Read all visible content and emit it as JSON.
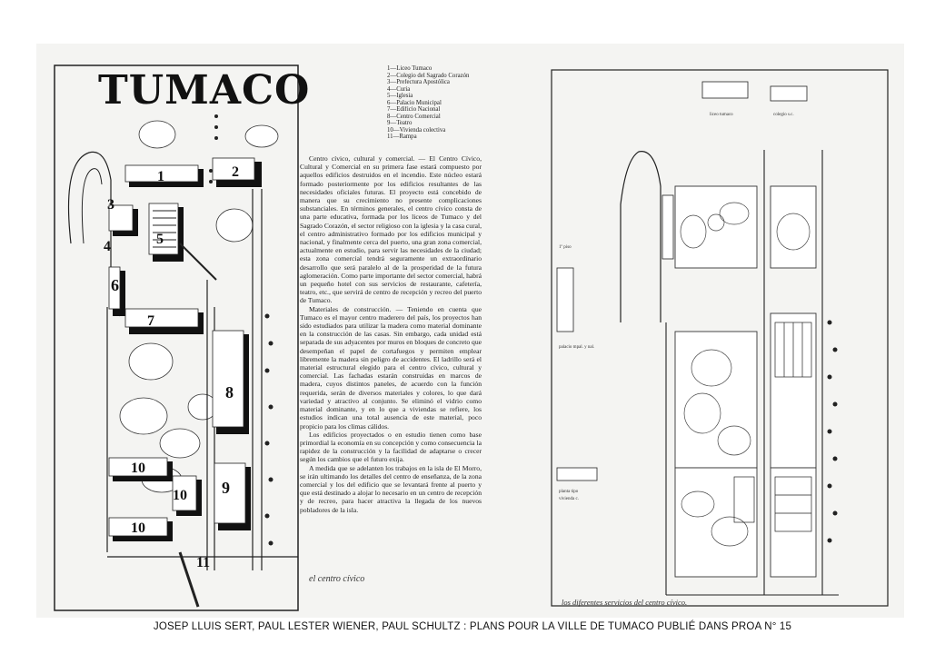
{
  "left_page": {
    "title": "TUMACO",
    "legend": [
      "1—Liceo Tumaco",
      "2—Colegio del Sagrado Corazón",
      "3—Prefectura Apostólica",
      "4—Curia",
      "5—Iglesia",
      "6—Palacio Municipal",
      "7—Edificio Nacional",
      "8—Centro Comercial",
      "9—Teatro",
      "10—Vivienda colectiva",
      "11—Rampa"
    ],
    "plan_numbers": [
      "1",
      "2",
      "3",
      "4",
      "5",
      "6",
      "7",
      "8",
      "9",
      "10",
      "10",
      "10",
      "11"
    ],
    "paragraphs": [
      "Centro cívico, cultural y comercial. — El Centro Cívico, Cultural y Comercial en su primera fase estará compuesto por aquellos edificios destruidos en el incendio. Este núcleo estará formado posteriormente por los edificios resultantes de las necesidades oficiales futuras. El proyecto está concebido de manera que su crecimiento no presente complicaciones substanciales. En términos generales, el centro cívico consta de una parte educativa, formada por los liceos de Tumaco y del Sagrado Corazón, el sector religioso con la iglesia y la casa cural, el centro administrativo formado por los edificios municipal y nacional, y finalmente cerca del puerto, una gran zona comercial, actualmente en estudio, para servir las necesidades de la ciudad; esta zona comercial tendrá seguramente un extraordinario desarrollo que será paralelo al de la prosperidad de la futura aglomeración. Como parte importante del sector comercial, habrá un pequeño hotel con sus servicios de restaurante, cafetería, teatro, etc., que servirá de centro de recepción y recreo del puerto de Tumaco.",
      "Materiales de construcción. — Teniendo en cuenta que Tumaco es el mayor centro maderero del país, los proyectos han sido estudiados para utilizar la madera como material dominante en la construcción de las casas. Sin embargo, cada unidad está separada de sus adyacentes por muros en bloques de concreto que desempeñan el papel de cortafuegos y permiten emplear libremente la madera sin peligro de accidentes. El ladrillo será el material estructural elegido para el centro cívico, cultural y comercial. Las fachadas estarán construidas en marcos de madera, cuyos distintos paneles, de acuerdo con la función requerida, serán de diversos materiales y colores, lo que dará variedad y atractivo al conjunto. Se eliminó el vidrio como material dominante, y en lo que a viviendas se refiere, los estudios indican una total ausencia de este material, poco propicio para los climas cálidos.",
      "Los edificios proyectados o en estudio tienen como base primordial la economía en su concepción y como consecuencia la rapidez de la construcción y la facilidad de adaptarse o crecer según los cambios que el futuro exija.",
      "A medida que se adelanten los trabajos en la isla de El Morro, se irán ultimando los detalles del centro de enseñanza, de la zona comercial y los del edificio que se levantará frente al puerto y que está destinado a alojar lo necesario en un centro de recepción y de recreo, para hacer atractiva la llegada de los nuevos pobladores de la isla."
    ],
    "caption": "el centro cívico"
  },
  "right_page": {
    "caption": "los diferentes servicios del centro cívico.",
    "small_labels": [
      "liceo tumaco",
      "colegio s.c.",
      "1º piso",
      "palacio mpal. y nal.",
      "planta tipo",
      "vivienda c."
    ]
  },
  "footer": "JOSEP LLUIS SERT, PAUL LESTER WIENER, PAUL SCHULTZ : PLANS POUR LA VILLE DE TUMACO PUBLIÉ DANS PROA N° 15"
}
